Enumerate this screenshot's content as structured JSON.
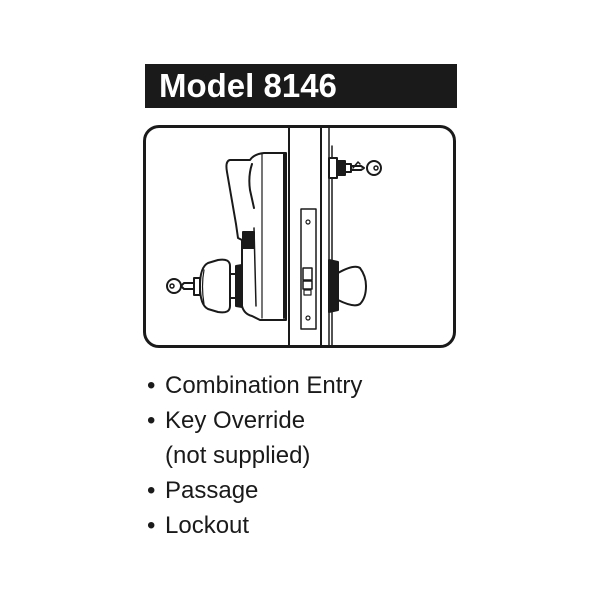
{
  "title": "Model 8146",
  "features": [
    {
      "lines": [
        "Combination Entry"
      ]
    },
    {
      "lines": [
        "Key Override",
        "(not supplied)"
      ]
    },
    {
      "lines": [
        "Passage"
      ]
    },
    {
      "lines": [
        "Lockout"
      ]
    }
  ],
  "colors": {
    "ink": "#1a1a1a",
    "background": "#ffffff"
  },
  "icons": [
    "key-icon",
    "lock-cylinder-icon",
    "keypad-housing-icon",
    "knob-icon",
    "mortise-latch-icon",
    "door-edge-icon"
  ]
}
